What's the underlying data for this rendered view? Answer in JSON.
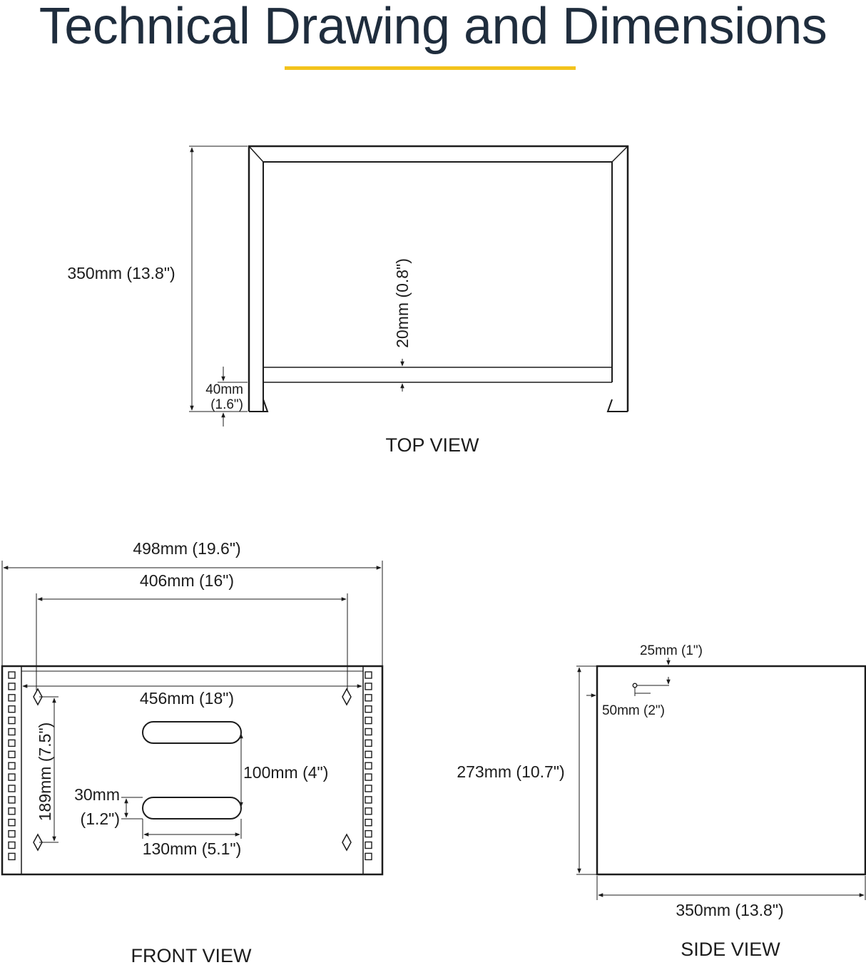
{
  "title": "Technical Drawing and Dimensions",
  "accent_color": "#f3c31c",
  "line_color": "#1c1c1c",
  "top_view": {
    "label": "TOP VIEW",
    "depth": "350mm (13.8\")",
    "rail_gap": "20mm (0.8\")",
    "lip_line1": "40mm",
    "lip_line2": "(1.6\")"
  },
  "front_view": {
    "label": "FRONT VIEW",
    "overall_width": "498mm (19.6\")",
    "hole_spacing": "406mm (16\")",
    "inner_width": "456mm (18\")",
    "hole_vertical": "189mm (7.5\")",
    "slot_spacing": "100mm (4\")",
    "slot_height_line1": "30mm",
    "slot_height_line2": "(1.2\")",
    "slot_width": "130mm (5.1\")"
  },
  "side_view": {
    "label": "SIDE VIEW",
    "hole_offset_top": "25mm (1\")",
    "hole_offset_side": "50mm (2\")",
    "height": "273mm (10.7\")",
    "depth": "350mm (13.8\")"
  }
}
